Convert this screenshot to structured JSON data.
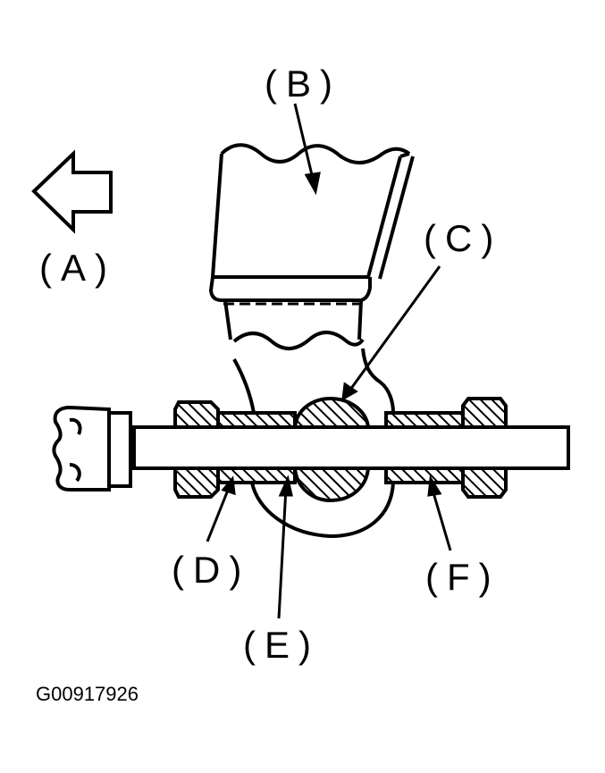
{
  "labels": {
    "a": "(A)",
    "b": "(B)",
    "c": "(C)",
    "d": "(D)",
    "e": "(E)",
    "f": "(F)"
  },
  "figure_id": "G00917926",
  "colors": {
    "line": "#000000",
    "background": "#ffffff"
  }
}
